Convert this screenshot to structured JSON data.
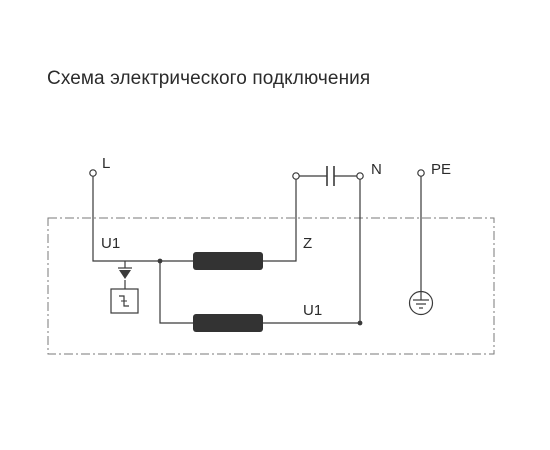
{
  "title": "Схема электрического подключения",
  "labels": {
    "live": "L",
    "neutral": "N",
    "protective_earth": "PE",
    "winding_u1_top": "U1",
    "winding_z": "Z",
    "winding_u1_bottom": "U1"
  },
  "components": {
    "winding_main_icon": "inductor-winding-icon",
    "winding_aux_icon": "inductor-winding-icon",
    "capacitor_icon": "capacitor-icon",
    "thermal_switch_icon": "thermal-protection-switch-icon",
    "ground_icon": "ground-icon"
  },
  "colors": {
    "line": "#3a3a3a",
    "winding": "#333333",
    "text": "#2b2b2b"
  }
}
